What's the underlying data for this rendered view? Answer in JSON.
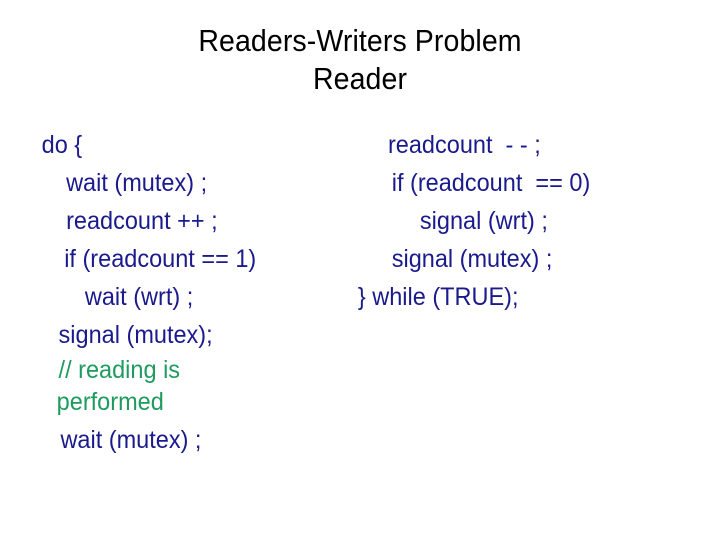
{
  "slide": {
    "background_color": "#ffffff",
    "title": {
      "line1": "Readers-Writers Problem",
      "line2": "Reader",
      "color": "#000000"
    },
    "colors": {
      "code": "#1a1a8c",
      "comment": "#1e9b5e",
      "title": "#000000",
      "background": "#ffffff"
    },
    "code": {
      "left_column": [
        {
          "text": "do {",
          "indent": 0,
          "kind": "code"
        },
        {
          "text": "wait (mutex) ;",
          "indent": 1,
          "kind": "code"
        },
        {
          "text": "readcount ++ ;",
          "indent": 1,
          "kind": "code"
        },
        {
          "text": "if (readcount == 1)",
          "indent": 1,
          "kind": "code"
        },
        {
          "text": "wait (wrt) ;",
          "indent": 2,
          "kind": "code"
        },
        {
          "text": "signal (mutex);",
          "indent": 1,
          "kind": "code"
        },
        {
          "text": "// reading is",
          "indent": 1,
          "kind": "comment"
        },
        {
          "text": "performed",
          "indent": 1,
          "kind": "comment"
        },
        {
          "text": "wait (mutex) ;",
          "indent": 1,
          "kind": "code"
        }
      ],
      "right_column": [
        {
          "text": "readcount  - - ;",
          "indent": 1,
          "kind": "code"
        },
        {
          "text": "if (readcount  == 0)",
          "indent": 1,
          "kind": "code"
        },
        {
          "text": "signal (wrt) ;",
          "indent": 2,
          "kind": "code"
        },
        {
          "text": "signal (mutex) ;",
          "indent": 1,
          "kind": "code"
        },
        {
          "text": "} while (TRUE);",
          "indent": 0,
          "kind": "code"
        }
      ]
    }
  }
}
